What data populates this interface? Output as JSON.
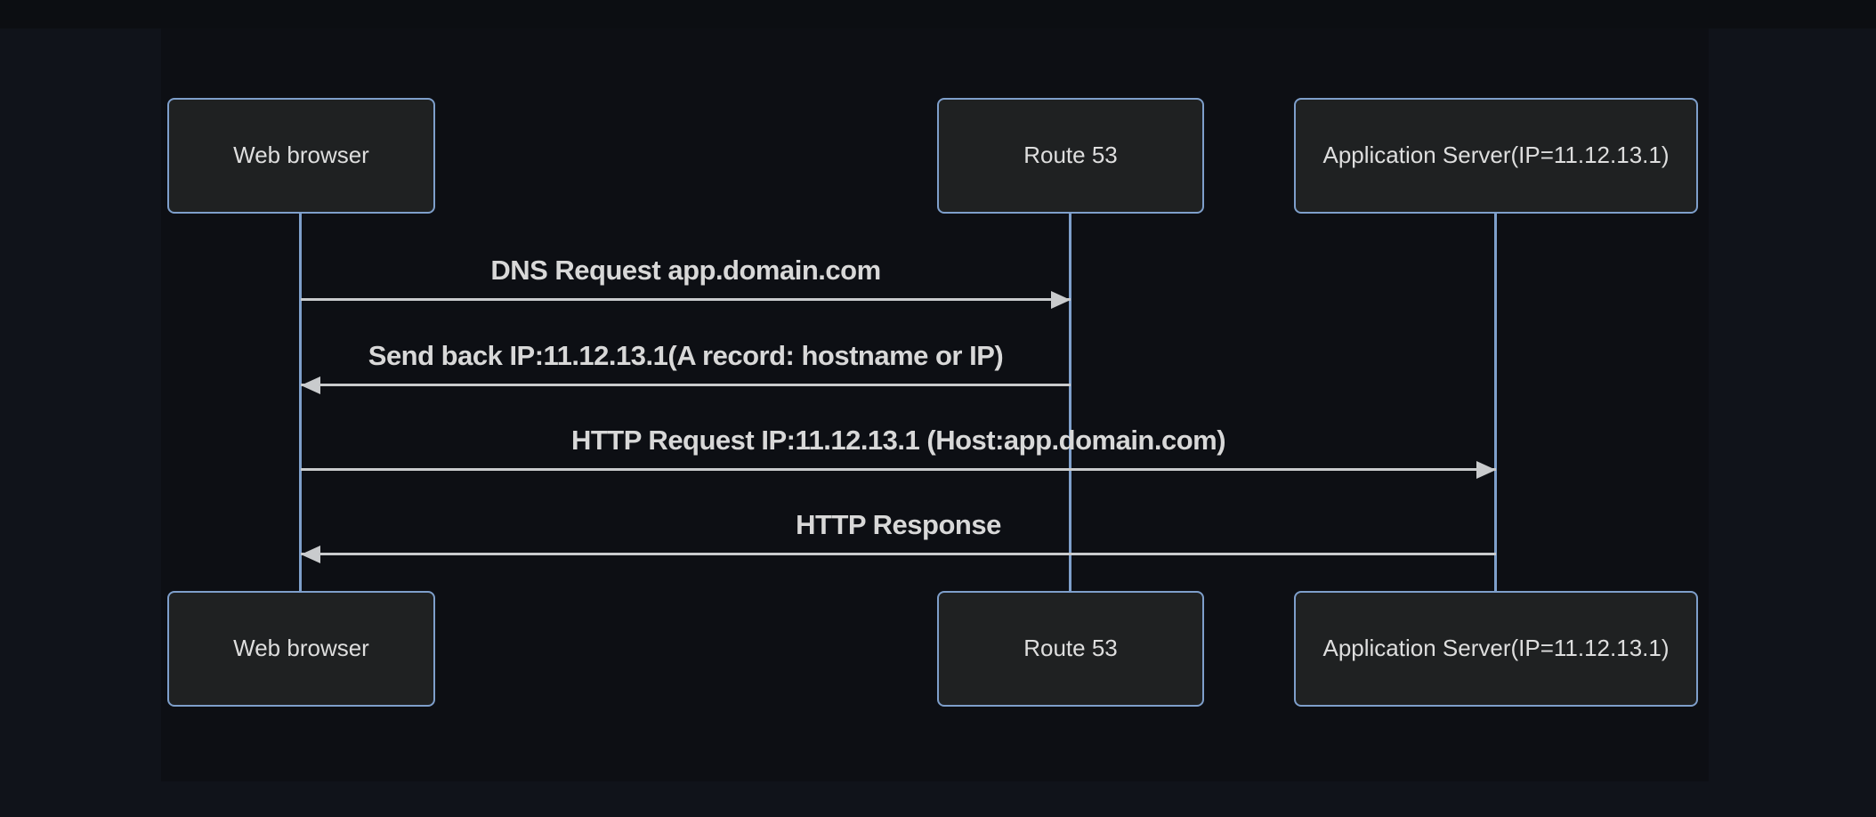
{
  "diagram": {
    "type": "sequence-diagram",
    "actors": [
      {
        "id": "web-browser",
        "label": "Web browser"
      },
      {
        "id": "route-53",
        "label": "Route 53"
      },
      {
        "id": "app-server",
        "label": "Application Server(IP=11.12.13.1)"
      }
    ],
    "messages": [
      {
        "from": "web-browser",
        "to": "route-53",
        "direction": "right",
        "label": "DNS Request app.domain.com"
      },
      {
        "from": "route-53",
        "to": "web-browser",
        "direction": "left",
        "label": "Send back IP:11.12.13.1(A record: hostname or IP)"
      },
      {
        "from": "web-browser",
        "to": "app-server",
        "direction": "right",
        "label": "HTTP Request IP:11.12.13.1 (Host:app.domain.com)"
      },
      {
        "from": "app-server",
        "to": "web-browser",
        "direction": "left",
        "label": "HTTP Response"
      }
    ],
    "colors": {
      "page_background": "#10131A",
      "diagram_background": "#0D0F14",
      "actor_fill": "#1F2122",
      "actor_border": "#7E9FCB",
      "lifeline": "#7E9FCB",
      "arrow": "#C9CBCD",
      "actor_text": "#DEDEDE",
      "message_text": "#D8D8D8"
    }
  }
}
